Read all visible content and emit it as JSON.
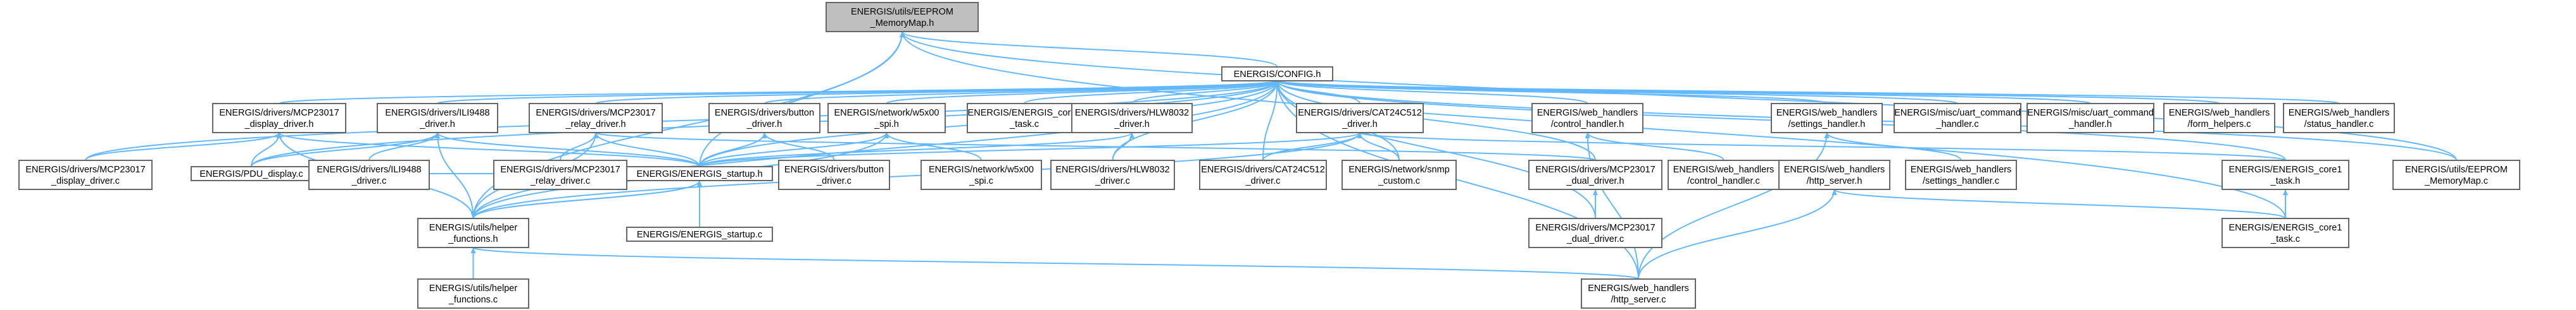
{
  "colors": {
    "edge": "#63b8ff",
    "node_fill": "#ffffff",
    "root_fill": "#bfbfbf",
    "node_border": "#666666"
  },
  "nodes": [
    {
      "id": "root",
      "lines": [
        "ENERGIS/utils/EEPROM",
        "_MemoryMap.h"
      ],
      "root": true
    },
    {
      "id": "config",
      "lines": [
        "ENERGIS/CONFIG.h"
      ]
    },
    {
      "id": "mcp_display_h",
      "lines": [
        "ENERGIS/drivers/MCP23017",
        "_display_driver.h"
      ]
    },
    {
      "id": "ili9488_h",
      "lines": [
        "ENERGIS/drivers/ILI9488",
        "_driver.h"
      ]
    },
    {
      "id": "mcp_relay_h",
      "lines": [
        "ENERGIS/drivers/MCP23017",
        "_relay_driver.h"
      ]
    },
    {
      "id": "button_h",
      "lines": [
        "ENERGIS/drivers/button",
        "_driver.h"
      ]
    },
    {
      "id": "w5x00_spi_h",
      "lines": [
        "ENERGIS/network/w5x00",
        "_spi.h"
      ]
    },
    {
      "id": "core0_task_c",
      "lines": [
        "ENERGIS/ENERGIS_core0",
        "_task.c"
      ]
    },
    {
      "id": "hlw8032_h",
      "lines": [
        "ENERGIS/drivers/HLW8032",
        "_driver.h"
      ]
    },
    {
      "id": "cat24c512_h",
      "lines": [
        "ENERGIS/drivers/CAT24C512",
        "_driver.h"
      ]
    },
    {
      "id": "control_handler_h",
      "lines": [
        "ENERGIS/web_handlers",
        "/control_handler.h"
      ]
    },
    {
      "id": "settings_handler_h",
      "lines": [
        "ENERGIS/web_handlers",
        "/settings_handler.h"
      ]
    },
    {
      "id": "uart_command_handler_c",
      "lines": [
        "ENERGIS/misc/uart_command",
        "_handler.c"
      ]
    },
    {
      "id": "uart_command_handler_h",
      "lines": [
        "ENERGIS/misc/uart_command",
        "_handler.h"
      ]
    },
    {
      "id": "form_helpers_c",
      "lines": [
        "ENERGIS/web_handlers",
        "/form_helpers.c"
      ]
    },
    {
      "id": "status_handler_c",
      "lines": [
        "ENERGIS/web_handlers",
        "/status_handler.c"
      ]
    },
    {
      "id": "mcp_display_c",
      "lines": [
        "ENERGIS/drivers/MCP23017",
        "_display_driver.c"
      ]
    },
    {
      "id": "pdu_display_c",
      "lines": [
        "ENERGIS/PDU_display.c"
      ]
    },
    {
      "id": "ili9488_c",
      "lines": [
        "ENERGIS/drivers/ILI9488",
        "_driver.c"
      ]
    },
    {
      "id": "mcp_relay_c",
      "lines": [
        "ENERGIS/drivers/MCP23017",
        "_relay_driver.c"
      ]
    },
    {
      "id": "startup_h",
      "lines": [
        "ENERGIS/ENERGIS_startup.h"
      ]
    },
    {
      "id": "button_c",
      "lines": [
        "ENERGIS/drivers/button",
        "_driver.c"
      ]
    },
    {
      "id": "w5x00_spi_c",
      "lines": [
        "ENERGIS/network/w5x00",
        "_spi.c"
      ]
    },
    {
      "id": "hlw8032_c",
      "lines": [
        "ENERGIS/drivers/HLW8032",
        "_driver.c"
      ]
    },
    {
      "id": "cat24c512_c",
      "lines": [
        "ENERGIS/drivers/CAT24C512",
        "_driver.c"
      ]
    },
    {
      "id": "snmp_custom_c",
      "lines": [
        "ENERGIS/network/snmp",
        "_custom.c"
      ]
    },
    {
      "id": "mcp_dual_h",
      "lines": [
        "ENERGIS/drivers/MCP23017",
        "_dual_driver.h"
      ]
    },
    {
      "id": "control_handler_c",
      "lines": [
        "ENERGIS/web_handlers",
        "/control_handler.c"
      ]
    },
    {
      "id": "http_server_h",
      "lines": [
        "ENERGIS/web_handlers",
        "/http_server.h"
      ]
    },
    {
      "id": "settings_handler_c",
      "lines": [
        "ENERGIS/web_handlers",
        "/settings_handler.c"
      ]
    },
    {
      "id": "core1_task_h",
      "lines": [
        "ENERGIS/ENERGIS_core1",
        "_task.h"
      ]
    },
    {
      "id": "eeprom_mm_c",
      "lines": [
        "ENERGIS/utils/EEPROM",
        "_MemoryMap.c"
      ]
    },
    {
      "id": "helper_h",
      "lines": [
        "ENERGIS/utils/helper",
        "_functions.h"
      ]
    },
    {
      "id": "startup_c",
      "lines": [
        "ENERGIS/ENERGIS_startup.c"
      ]
    },
    {
      "id": "mcp_dual_c",
      "lines": [
        "ENERGIS/drivers/MCP23017",
        "_dual_driver.c"
      ]
    },
    {
      "id": "core1_task_c",
      "lines": [
        "ENERGIS/ENERGIS_core1",
        "_task.c"
      ]
    },
    {
      "id": "helper_c",
      "lines": [
        "ENERGIS/utils/helper",
        "_functions.c"
      ]
    },
    {
      "id": "http_server_c",
      "lines": [
        "ENERGIS/web_handlers",
        "/http_server.c"
      ]
    }
  ],
  "edges": [
    [
      "root",
      "config"
    ],
    [
      "root",
      "helper_h"
    ],
    [
      "root",
      "eeprom_mm_c"
    ],
    [
      "root",
      "core1_task_c"
    ],
    [
      "root",
      "startup_h"
    ],
    [
      "config",
      "mcp_display_h"
    ],
    [
      "config",
      "ili9488_h"
    ],
    [
      "config",
      "mcp_relay_h"
    ],
    [
      "config",
      "button_h"
    ],
    [
      "config",
      "w5x00_spi_h"
    ],
    [
      "config",
      "core0_task_c"
    ],
    [
      "config",
      "hlw8032_h"
    ],
    [
      "config",
      "cat24c512_h"
    ],
    [
      "config",
      "control_handler_h"
    ],
    [
      "config",
      "settings_handler_h"
    ],
    [
      "config",
      "uart_command_handler_c"
    ],
    [
      "config",
      "uart_command_handler_h"
    ],
    [
      "config",
      "form_helpers_c"
    ],
    [
      "config",
      "status_handler_c"
    ],
    [
      "config",
      "helper_h"
    ],
    [
      "config",
      "startup_h"
    ],
    [
      "config",
      "mcp_dual_h"
    ],
    [
      "config",
      "core1_task_h"
    ],
    [
      "config",
      "pdu_display_c"
    ],
    [
      "config",
      "mcp_display_c"
    ],
    [
      "config",
      "snmp_custom_c"
    ],
    [
      "config",
      "http_server_c"
    ],
    [
      "config",
      "eeprom_mm_c"
    ],
    [
      "config",
      "mcp_dual_c"
    ],
    [
      "config",
      "hlw8032_c"
    ],
    [
      "config",
      "cat24c512_c"
    ],
    [
      "mcp_display_h",
      "mcp_display_c"
    ],
    [
      "mcp_display_h",
      "pdu_display_c"
    ],
    [
      "mcp_display_h",
      "startup_h"
    ],
    [
      "mcp_display_h",
      "helper_h"
    ],
    [
      "ili9488_h",
      "ili9488_c"
    ],
    [
      "ili9488_h",
      "pdu_display_c"
    ],
    [
      "ili9488_h",
      "startup_h"
    ],
    [
      "ili9488_h",
      "helper_h"
    ],
    [
      "mcp_relay_h",
      "mcp_relay_c"
    ],
    [
      "mcp_relay_h",
      "startup_h"
    ],
    [
      "mcp_relay_h",
      "mcp_dual_h"
    ],
    [
      "mcp_relay_h",
      "helper_h"
    ],
    [
      "button_h",
      "button_c"
    ],
    [
      "button_h",
      "startup_h"
    ],
    [
      "w5x00_spi_h",
      "w5x00_spi_c"
    ],
    [
      "w5x00_spi_h",
      "startup_h"
    ],
    [
      "w5x00_spi_h",
      "helper_h"
    ],
    [
      "hlw8032_h",
      "hlw8032_c"
    ],
    [
      "hlw8032_h",
      "startup_h"
    ],
    [
      "cat24c512_h",
      "cat24c512_c"
    ],
    [
      "cat24c512_h",
      "startup_h"
    ],
    [
      "cat24c512_h",
      "snmp_custom_c"
    ],
    [
      "cat24c512_h",
      "core1_task_h"
    ],
    [
      "cat24c512_h",
      "helper_h"
    ],
    [
      "control_handler_h",
      "control_handler_c"
    ],
    [
      "control_handler_h",
      "http_server_c"
    ],
    [
      "settings_handler_h",
      "settings_handler_c"
    ],
    [
      "settings_handler_h",
      "http_server_c"
    ],
    [
      "startup_h",
      "startup_c"
    ],
    [
      "startup_h",
      "helper_h"
    ],
    [
      "startup_h",
      "pdu_display_c"
    ],
    [
      "mcp_dual_h",
      "mcp_dual_c"
    ],
    [
      "http_server_h",
      "http_server_c"
    ],
    [
      "http_server_h",
      "core1_task_c"
    ],
    [
      "core1_task_h",
      "core1_task_c"
    ],
    [
      "helper_h",
      "helper_c"
    ],
    [
      "helper_h",
      "http_server_c"
    ],
    [
      "helper_h",
      "startup_h"
    ]
  ]
}
